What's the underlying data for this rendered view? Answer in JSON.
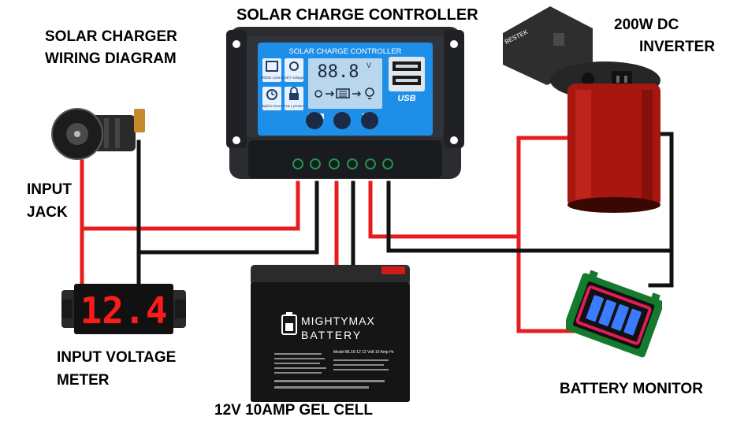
{
  "labels": {
    "diagram_title_line1": "SOLAR CHARGER",
    "diagram_title_line2": "WIRING DIAGRAM",
    "controller": "SOLAR CHARGE CONTROLLER",
    "inverter_line1": "200W DC",
    "inverter_line2": "INVERTER",
    "input_jack_line1": "INPUT",
    "input_jack_line2": "JACK",
    "voltage_meter_line1": "INPUT VOLTAGE",
    "voltage_meter_line2": "METER",
    "battery": "12V 10AMP GEL CELL",
    "battery_monitor": "BATTERY MONITOR"
  },
  "controller_screen": {
    "header": "SOLAR CHARGE CONTROLLER",
    "display_value": "88.8",
    "unit": "V",
    "btn_mode": "MODE control",
    "btn_set": "SET voltage",
    "btn_timer": "Build-in timer",
    "btn_protect": "FULL protect",
    "usb_label": "USB"
  },
  "meter": {
    "reading": "12.4"
  },
  "battery_case": {
    "brand_line1": "MIGHTYMAX",
    "brand_line2": "BATTERY",
    "model": "Model ML10-12   12 Volt 10 Amp Hr."
  },
  "inverter_case": {
    "brand": "BESTEK"
  },
  "battery_monitor": {
    "bars": 4
  },
  "colors": {
    "positive_wire": "#e81c1c",
    "negative_wire": "#111111",
    "lcd_blue": "#1e8fe8",
    "meter_digits": "#ff1a1a",
    "monitor_bars": "#3a7bff",
    "inverter_red": "#a8170f"
  }
}
